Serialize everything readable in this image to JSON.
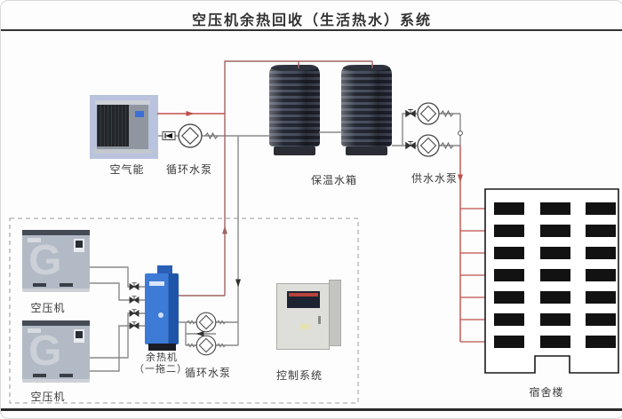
{
  "title": "空压机余热回收（生活热水）系统",
  "colors": {
    "hot_pipe": "#c0504d",
    "warm_pipe": "#a06361",
    "return_pipe": "#8a8a8a",
    "symbol_stroke": "#4a4a4a",
    "window": "#121212"
  },
  "components": {
    "air_source_heat_pump": {
      "label": "空气能"
    },
    "circulation_pump_top": {
      "label": "循环水泵"
    },
    "storage_tanks": {
      "label": "保温水箱",
      "count": 2
    },
    "supply_pumps": {
      "label": "供水水泵",
      "count": 2
    },
    "dormitory": {
      "label": "宿舍楼",
      "floors": 7,
      "window_columns": 3
    },
    "compressor_1": {
      "label": "空压机",
      "logo": "G"
    },
    "compressor_2": {
      "label": "空压机",
      "logo": "G"
    },
    "heat_recovery_unit": {
      "label": "余热机",
      "sublabel": "（一拖二）"
    },
    "circulation_pumps_bottom": {
      "label": "循环水泵",
      "count": 2
    },
    "control_system": {
      "label": "控制系统"
    }
  }
}
